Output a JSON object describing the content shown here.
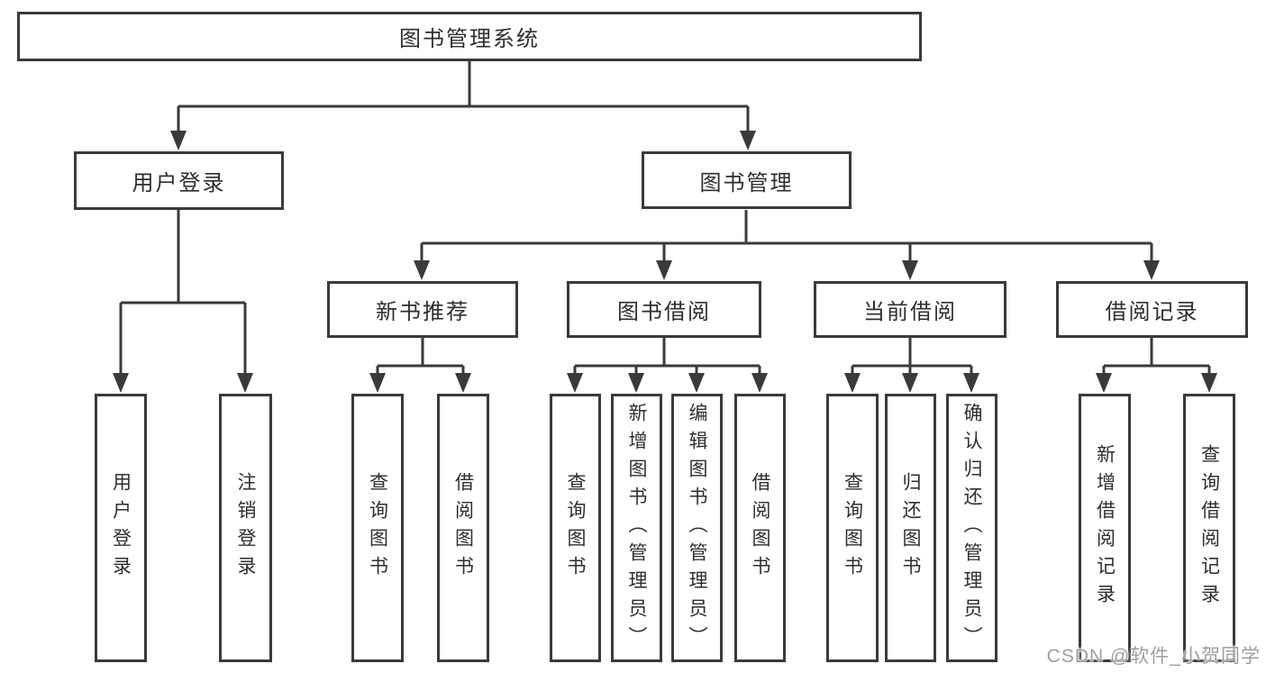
{
  "diagram": {
    "root": {
      "label": "图书管理系统"
    },
    "branches": [
      {
        "label": "用户登录",
        "children": [
          {
            "label": "用户登录"
          },
          {
            "label": "注销登录"
          }
        ]
      },
      {
        "label": "图书管理",
        "sections": [
          {
            "label": "新书推荐",
            "children": [
              {
                "label": "查询图书"
              },
              {
                "label": "借阅图书"
              }
            ]
          },
          {
            "label": "图书借阅",
            "children": [
              {
                "label": "查询图书"
              },
              {
                "label": "新增图书（管理员）"
              },
              {
                "label": "编辑图书（管理员）"
              },
              {
                "label": "借阅图书"
              }
            ]
          },
          {
            "label": "当前借阅",
            "children": [
              {
                "label": "查询图书"
              },
              {
                "label": "归还图书"
              },
              {
                "label": "确认归还（管理员）"
              }
            ]
          },
          {
            "label": "借阅记录",
            "children": [
              {
                "label": "新增借阅记录"
              },
              {
                "label": "查询借阅记录"
              }
            ]
          }
        ]
      }
    ]
  },
  "watermark": {
    "text": "CSDN @软件_小贺同学"
  },
  "colors": {
    "line": "#3a3a3a",
    "text": "#2e2e2e",
    "watermark": "#9e9e9e",
    "background": "#ffffff"
  }
}
